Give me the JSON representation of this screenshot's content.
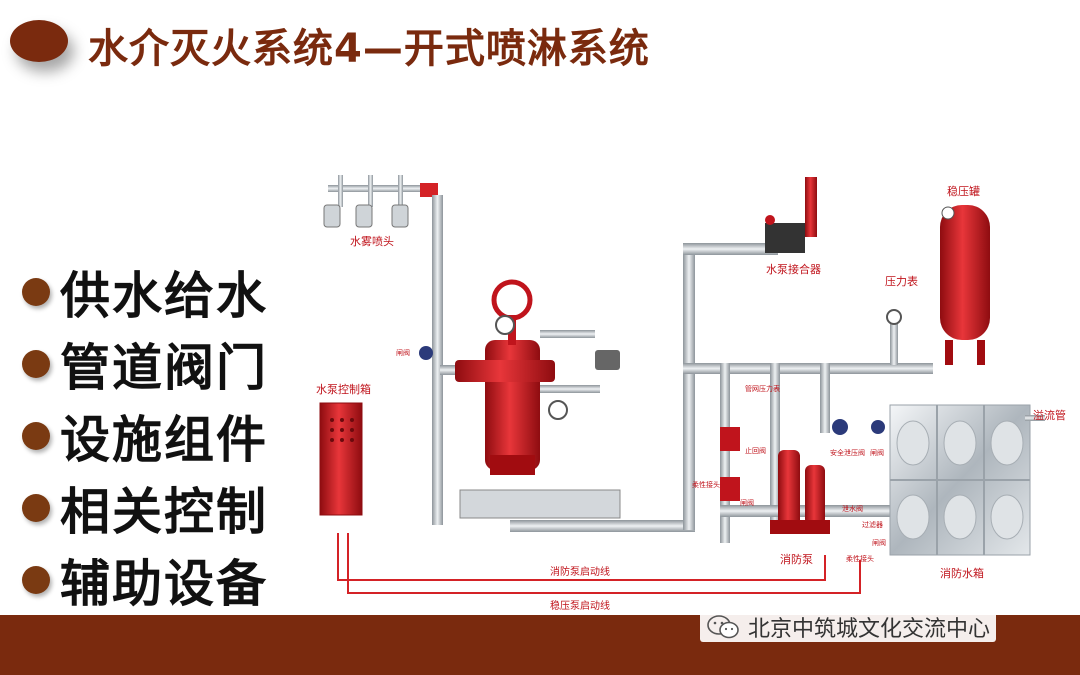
{
  "title": "水介灭火系统4—开式喷淋系统",
  "bullets": [
    "供水给水",
    "管道阀门",
    "设施组件",
    "相关控制",
    "辅助设备"
  ],
  "diagram": {
    "labels": {
      "spray_heads": "水雾喷头",
      "pump_adapter": "水泵接合器",
      "pressure_tank": "稳压罐",
      "pressure_gauge": "压力表",
      "pump_control_box": "水泵控制箱",
      "overflow_pipe": "溢流管",
      "fire_pump": "消防泵",
      "water_tank": "消防水箱",
      "fire_pump_start_line": "消防泵启动线",
      "stabilizer_pump_start_line": "稳压泵启动线",
      "gate_valve": "闸阀",
      "pipe_pressure_gauge": "管网压力表",
      "check_valve": "止回阀",
      "flex_joint": "柔性接头",
      "gate_valve_2": "闸阀",
      "safety_relief_valve": "安全泄压阀",
      "gate_valve_3": "闸阀",
      "drain_valve": "泄水阀",
      "filter": "过滤器",
      "gate_valve_4": "闸阀",
      "flex_joint_2": "柔性接头"
    }
  },
  "watermark": "北京中筑城文化交流中心",
  "colors": {
    "title": "#7a2a0e",
    "accent": "#c0141c",
    "pipe": "#b8bec4",
    "footer": "#7a2a0e"
  }
}
